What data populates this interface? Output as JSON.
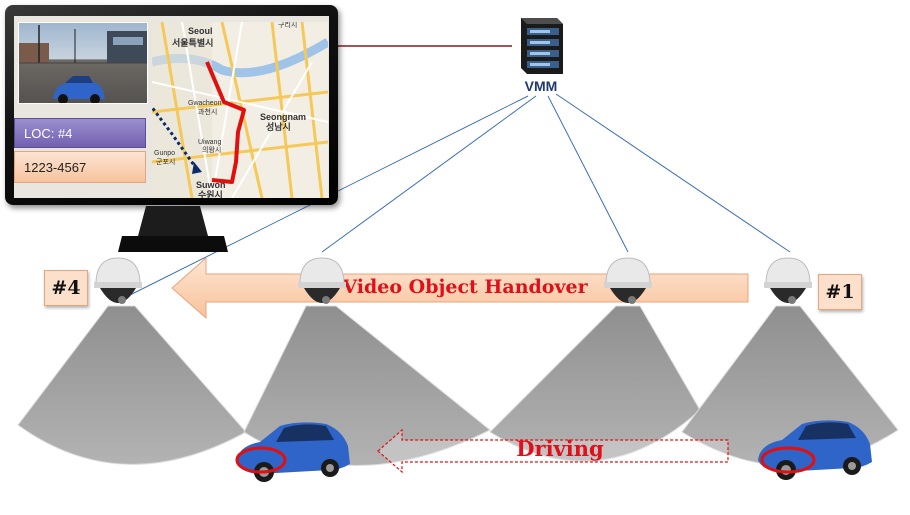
{
  "monitor": {
    "loc_text": "LOC: #4",
    "plate_text": "1223-4567",
    "map_labels": {
      "seoul_en": "Seoul",
      "seoul_ko": "서울특별시",
      "guri": "구리시",
      "gwacheon_en": "Gwacheon",
      "gwacheon_ko": "과천시",
      "seongnam_en": "Seongnam",
      "seongnam_ko": "성남시",
      "uiwang_en": "Uiwang",
      "uiwang_ko": "의왕시",
      "gunpo_en": "Gunpo",
      "gunpo_ko": "군포시",
      "suwon_en": "Suwon",
      "suwon_ko": "수원시"
    }
  },
  "server": {
    "label": "VMM"
  },
  "cameras": [
    {
      "tag": "#4"
    },
    {
      "tag": ""
    },
    {
      "tag": ""
    },
    {
      "tag": "#1"
    }
  ],
  "handover": {
    "label": "Video Object Handover"
  },
  "driving": {
    "label": "Driving"
  },
  "colors": {
    "handover_arrow": "#fbd3b2",
    "handover_text": "#e0101a",
    "route": "#e01010",
    "fov_cone": "#9e9e9e",
    "car": "#2f64c8",
    "plate_highlight": "#e01010",
    "connection_line": "#3d6eb8",
    "monitor_link": "#8b1a1a"
  }
}
